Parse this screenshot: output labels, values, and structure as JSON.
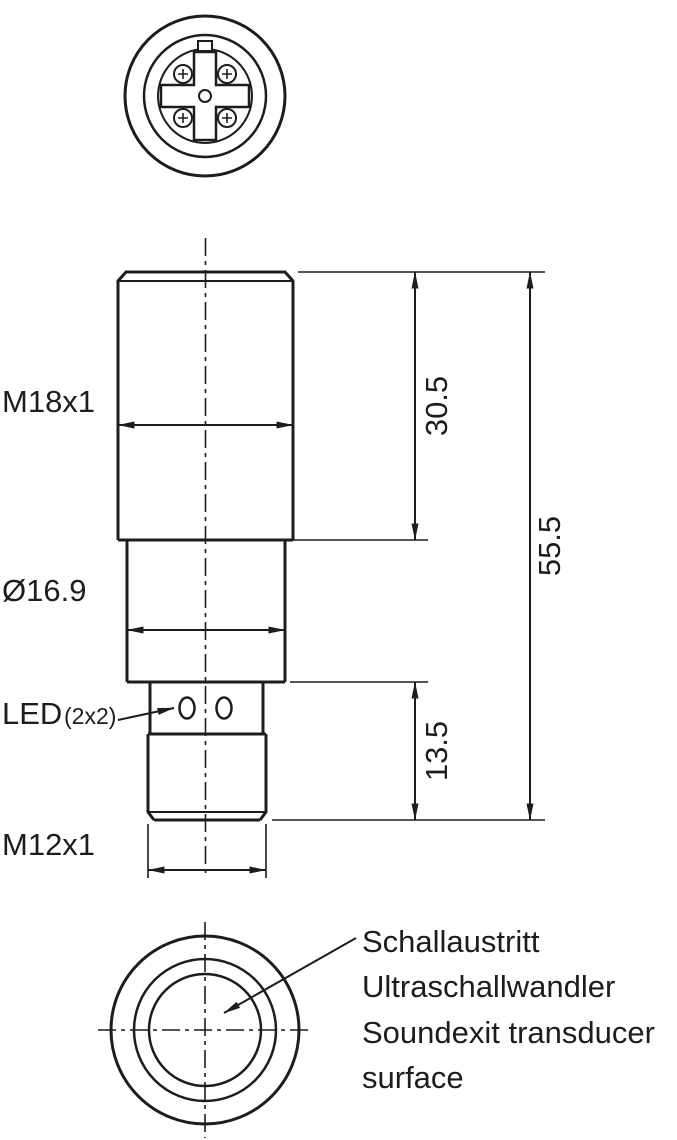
{
  "drawing": {
    "labels": {
      "thread_top": "M18x1",
      "diameter": "Ø16.9",
      "led": "LED",
      "led_qty": "(2x2)",
      "thread_bottom": "M12x1"
    },
    "dimensions": {
      "upper_body_length": "30.5",
      "total_length": "55.5",
      "lower_body_length": "13.5"
    },
    "annotations": {
      "de_line1": "Schallaustritt",
      "de_line2": "Ultraschallwandler",
      "en_line1": "Soundexit transducer",
      "en_line2": "surface"
    },
    "colors": {
      "line": "#1d1d1b",
      "background": "#ffffff"
    }
  }
}
